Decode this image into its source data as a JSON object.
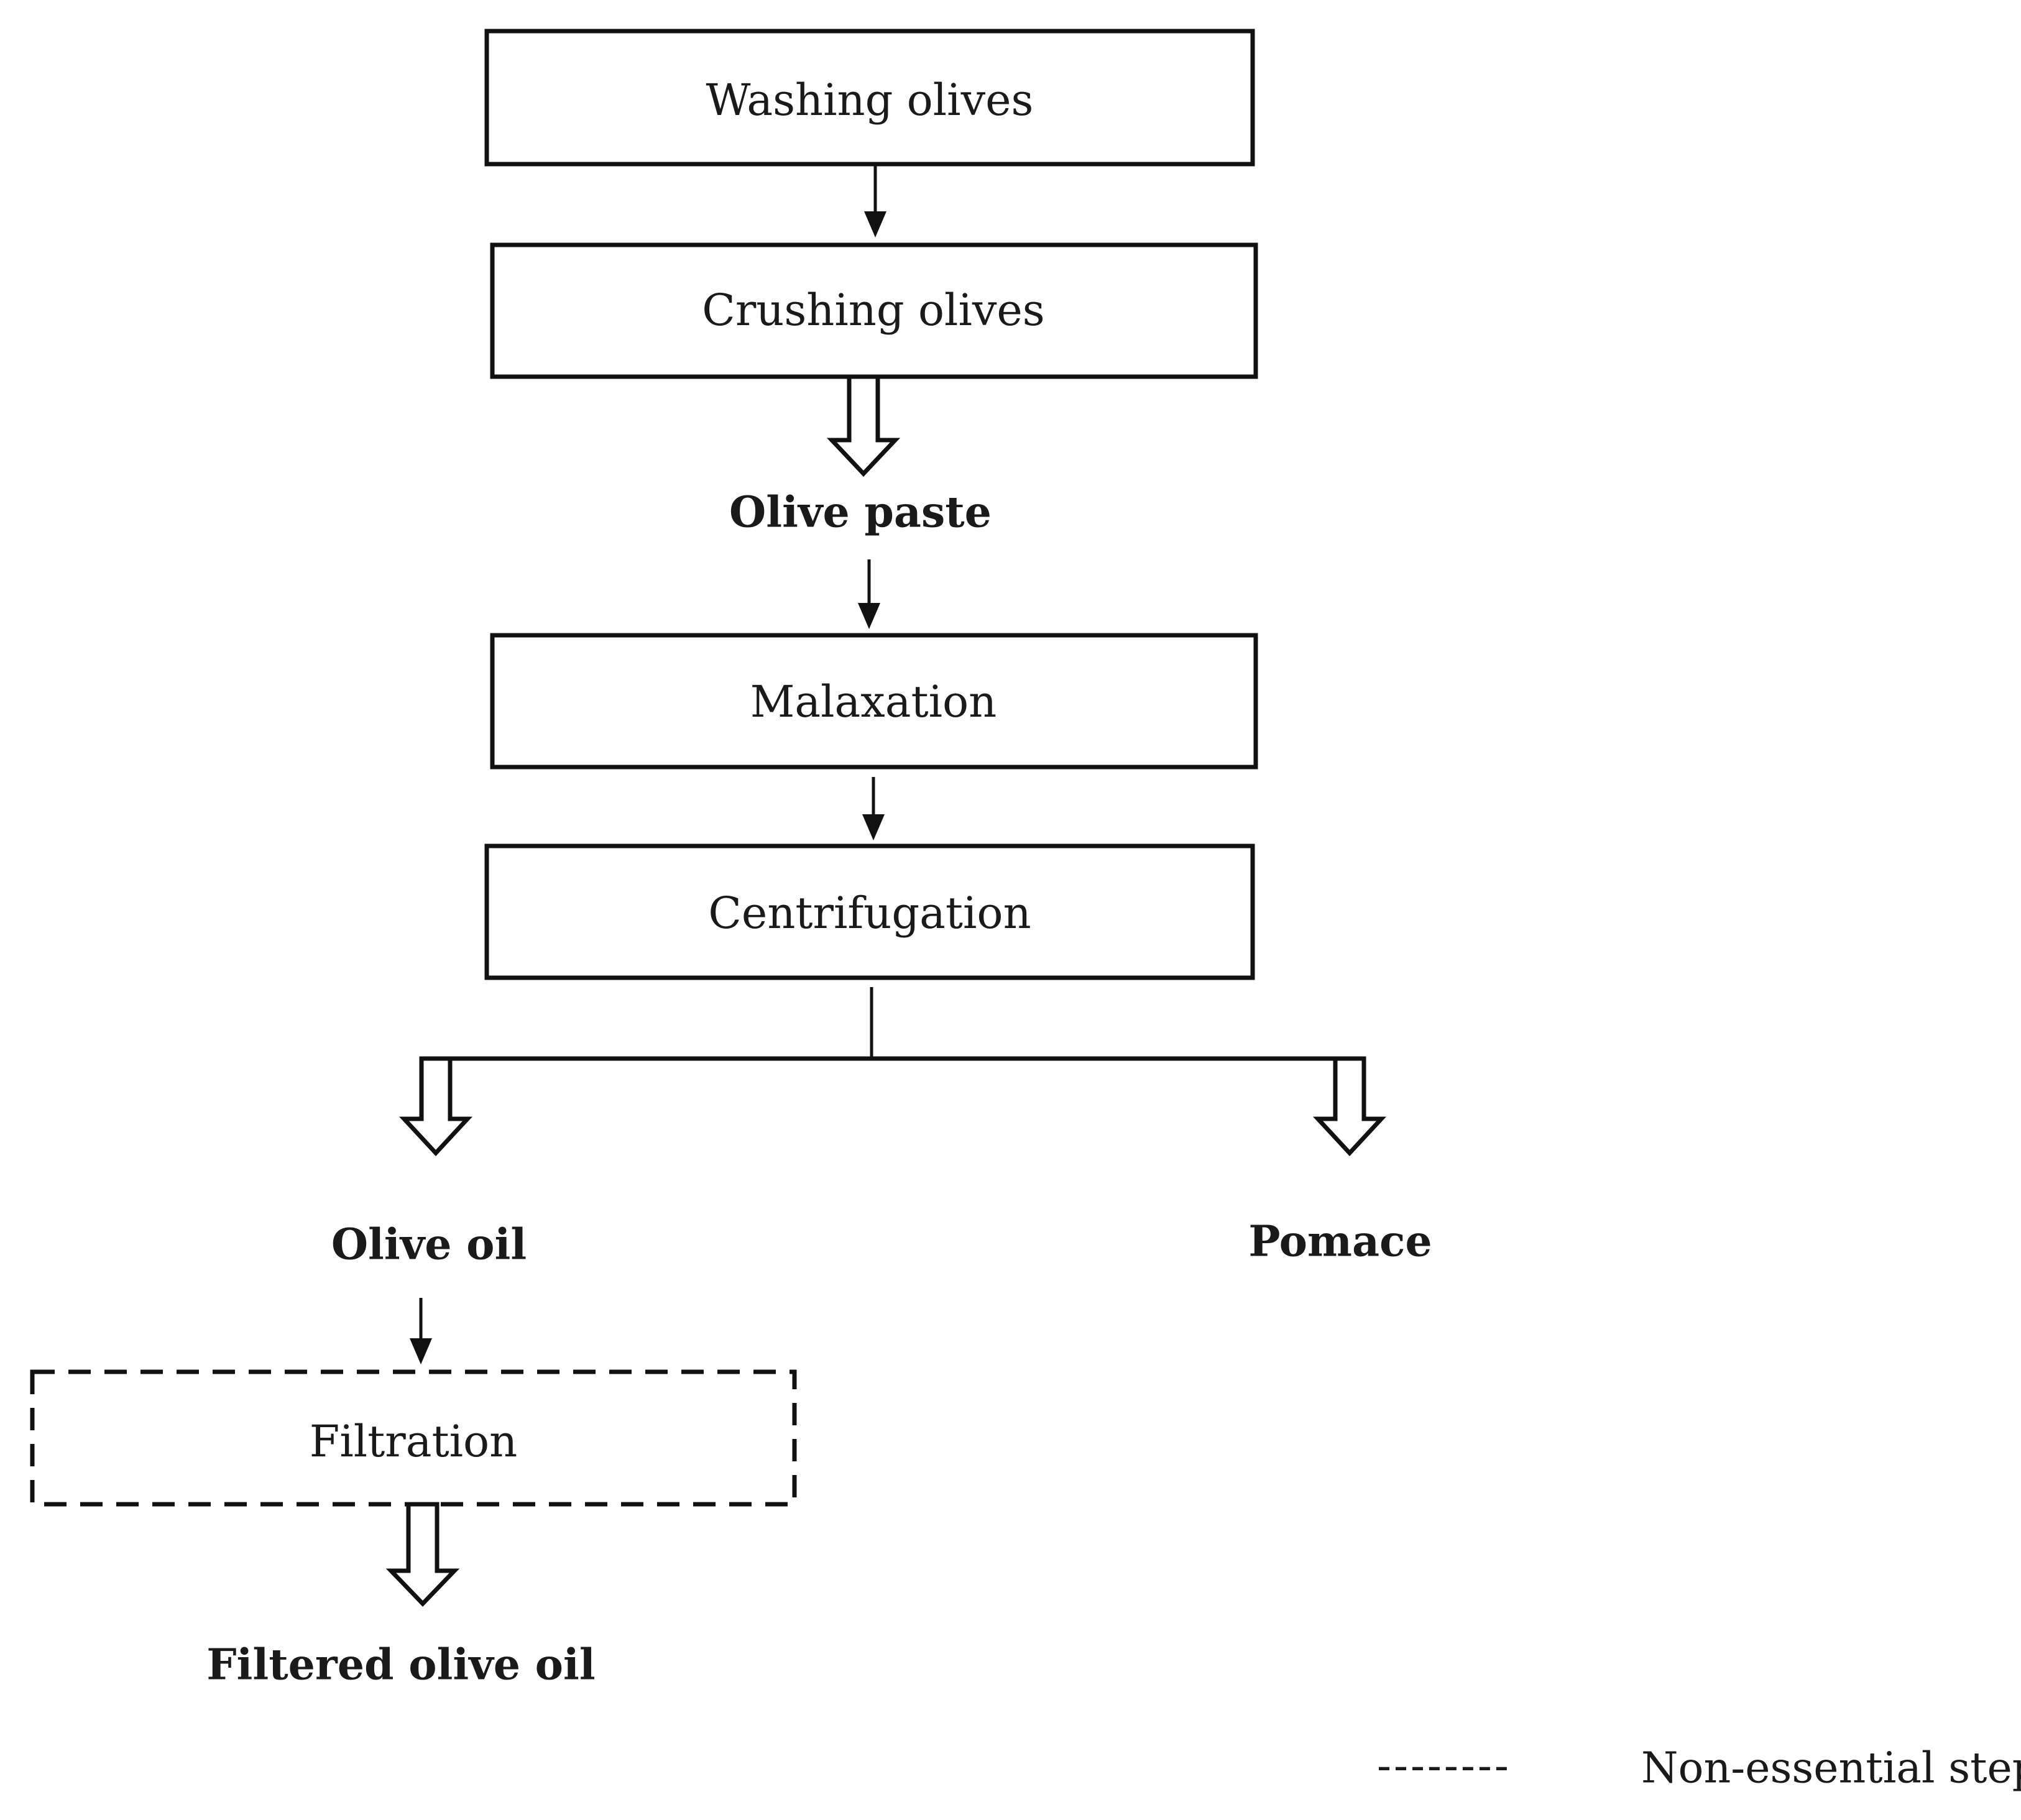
{
  "steps": {
    "washing": "Washing olives",
    "crushing": "Crushing olives",
    "malaxation": "Malaxation",
    "centrifugation": "Centrifugation",
    "filtration": "Filtration"
  },
  "products": {
    "olive_paste": "Olive paste",
    "olive_oil": "Olive oil",
    "pomace": "Pomace",
    "filtered_olive_oil": "Filtered olive oil"
  },
  "legend": {
    "dash_sample": "--------",
    "non_essential_label": "Non-essential step"
  }
}
